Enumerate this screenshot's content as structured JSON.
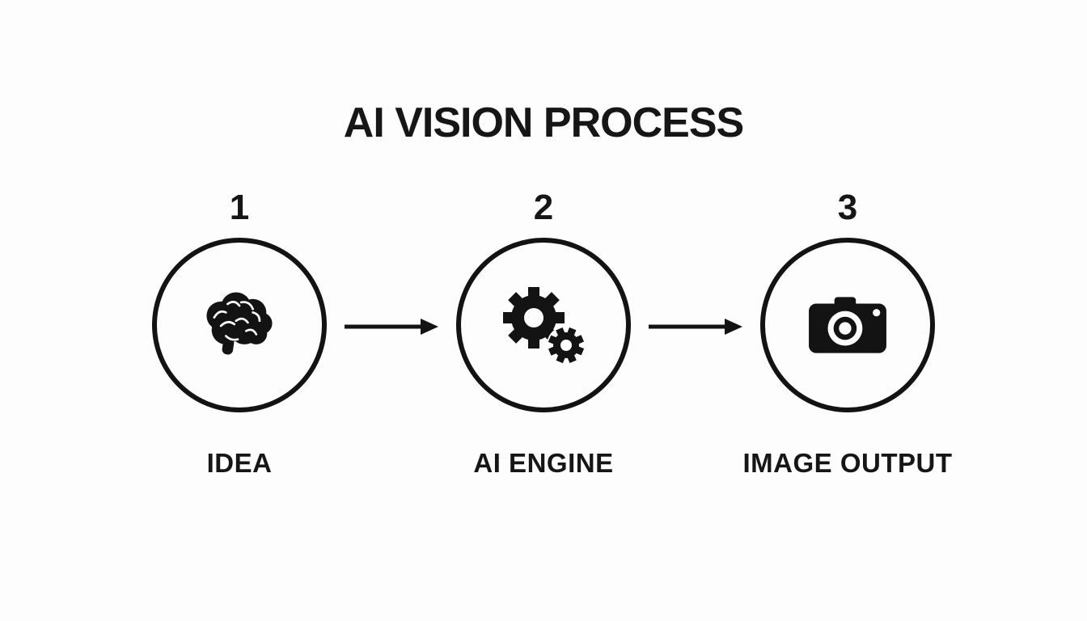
{
  "title": "AI VISION PROCESS",
  "steps": [
    {
      "number": "1",
      "label": "IDEA",
      "icon": "brain-icon"
    },
    {
      "number": "2",
      "label": "AI ENGINE",
      "icon": "gears-icon"
    },
    {
      "number": "3",
      "label": "IMAGE OUTPUT",
      "icon": "camera-icon"
    }
  ],
  "colors": {
    "foreground": "#131313",
    "background": "#fdfdfd"
  }
}
